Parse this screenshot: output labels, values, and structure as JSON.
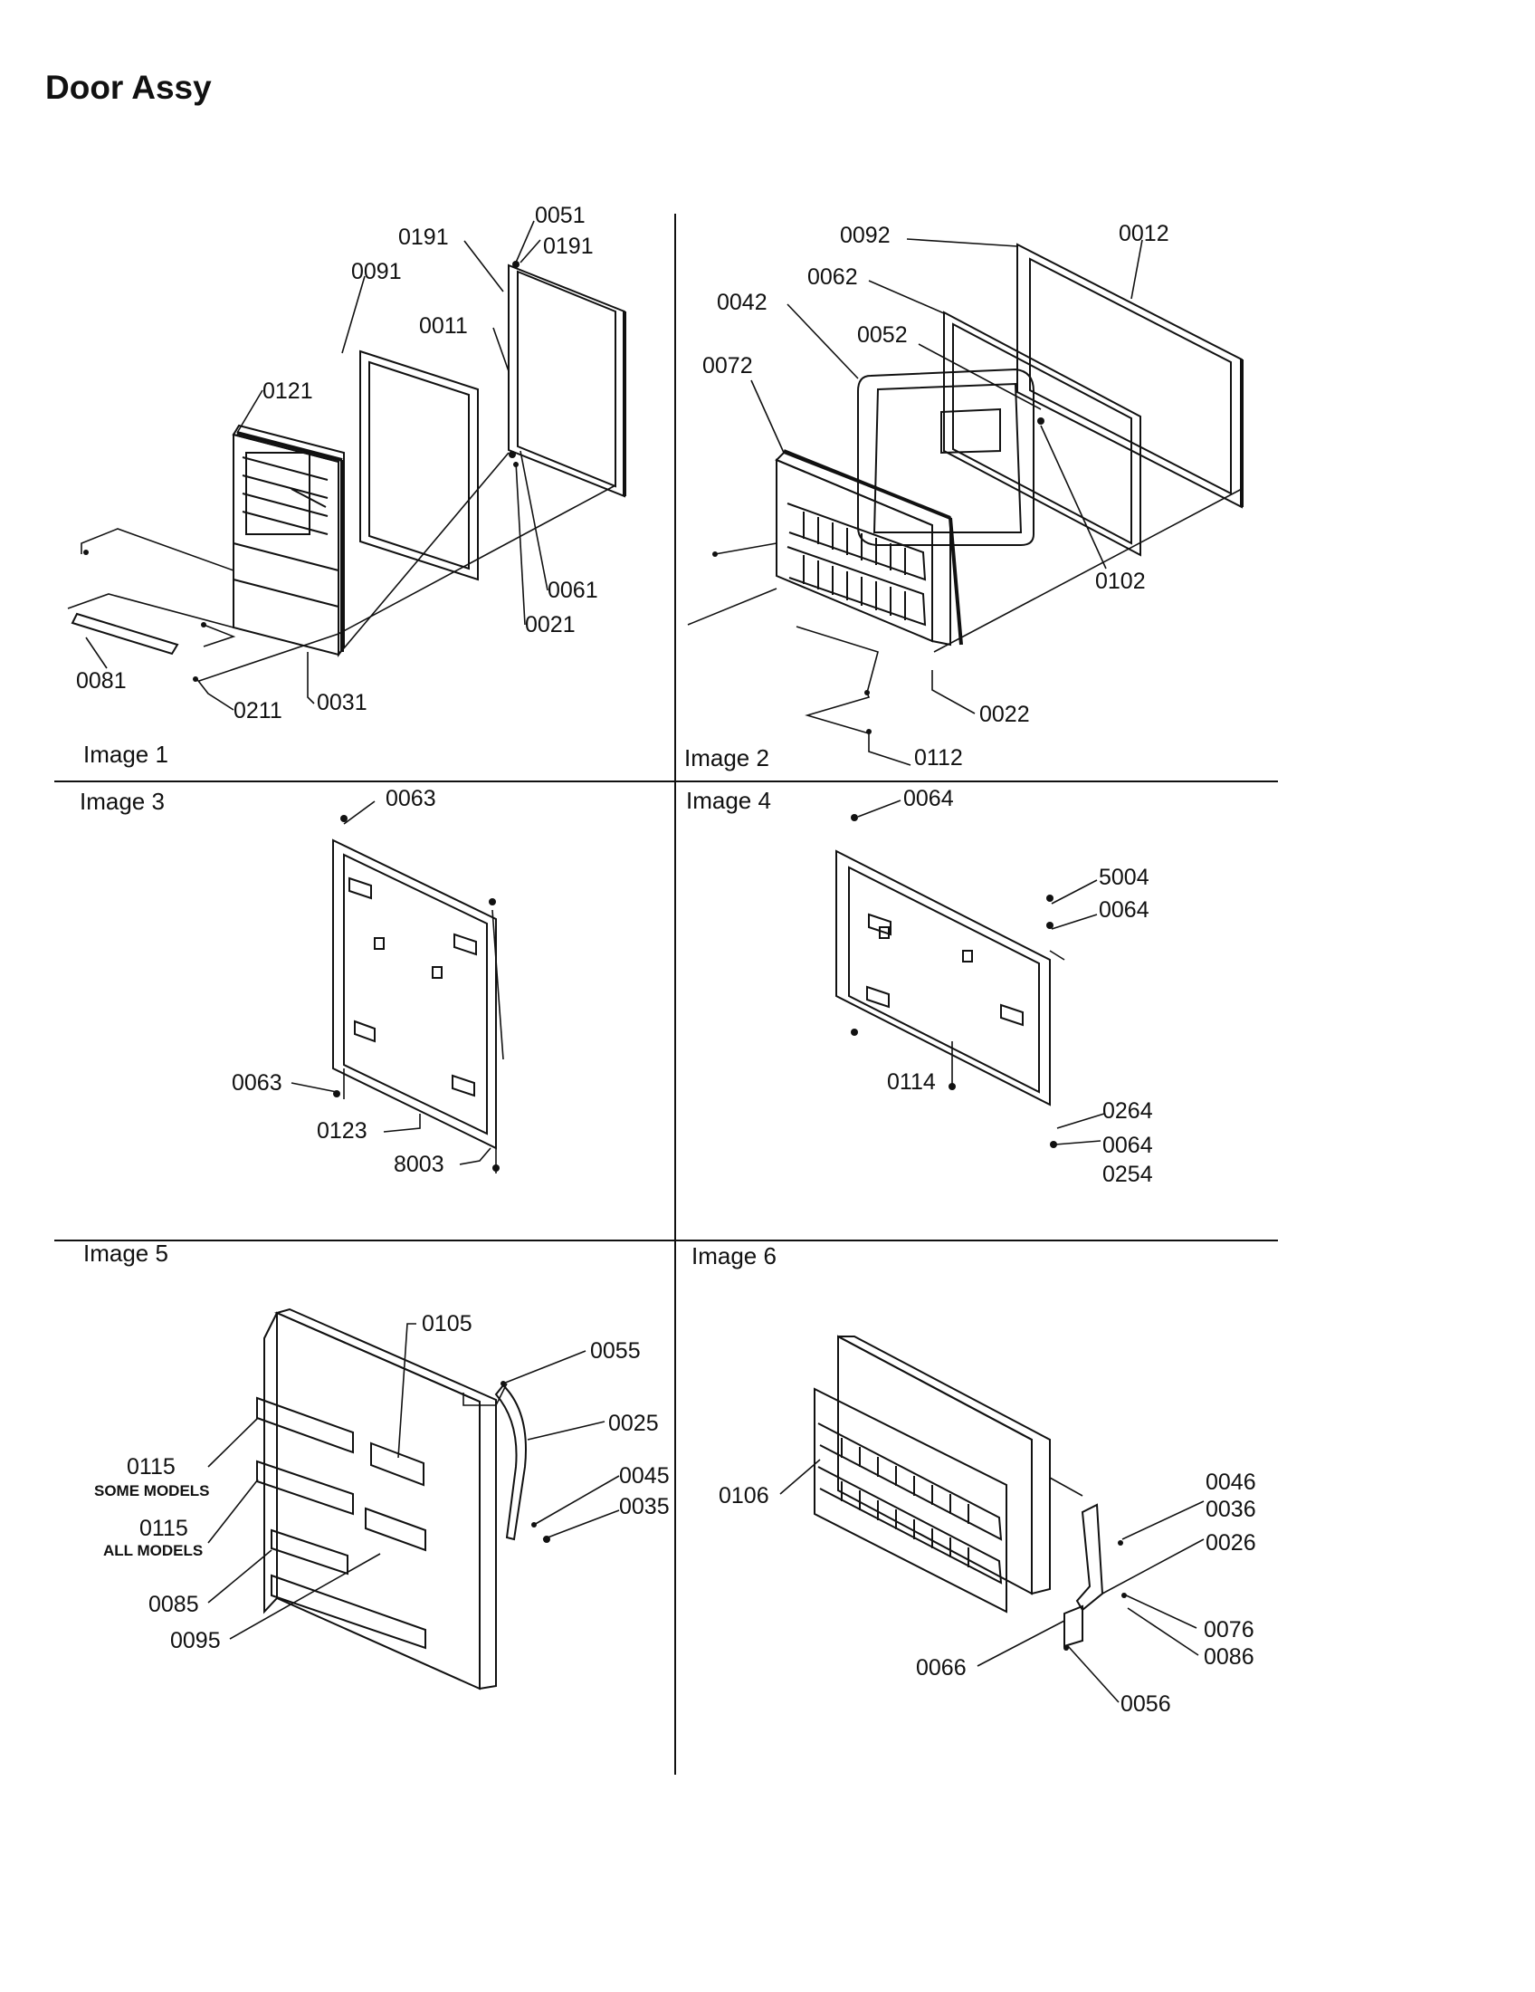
{
  "title": "Door Assy",
  "panels": [
    {
      "caption": "Image 1",
      "labels": [
        "0191",
        "0051",
        "0191",
        "0091",
        "0011",
        "0121",
        "0061",
        "0021",
        "0081",
        "0211",
        "0031"
      ]
    },
    {
      "caption": "Image 2",
      "labels": [
        "0092",
        "0012",
        "0062",
        "0042",
        "0052",
        "0072",
        "0102",
        "0022",
        "0112"
      ]
    },
    {
      "caption": "Image 3",
      "labels": [
        "0063",
        "0063",
        "0123",
        "8003"
      ]
    },
    {
      "caption": "Image 4",
      "labels": [
        "0064",
        "5004",
        "0064",
        "0114",
        "0264",
        "0064",
        "0254"
      ]
    },
    {
      "caption": "Image 5",
      "labels": [
        "0105",
        "0055",
        "0025",
        "0115",
        "0045",
        "0035",
        "0115",
        "0085",
        "0095"
      ],
      "notes": [
        "SOME MODELS",
        "ALL MODELS"
      ]
    },
    {
      "caption": "Image 6",
      "labels": [
        "0046",
        "0036",
        "0026",
        "0106",
        "0076",
        "0086",
        "0066",
        "0056"
      ]
    }
  ]
}
